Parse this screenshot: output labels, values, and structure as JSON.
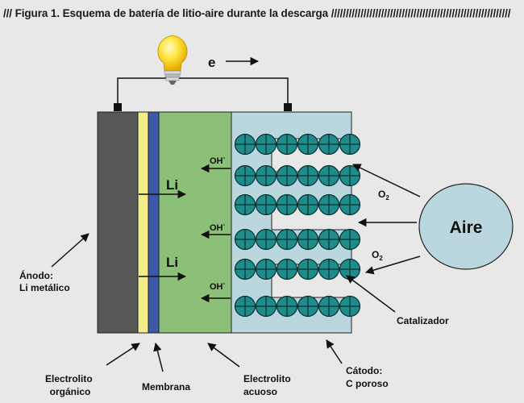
{
  "header": {
    "title": "/// Figura 1. Esquema de batería de litio-aire durante la descarga",
    "slashes": "/////////////////////////////////////////////////////////////"
  },
  "labels": {
    "electron": "e",
    "li_top": "Li",
    "li_bottom": "Li",
    "oh": "OH",
    "oh_sup": "-",
    "o2": "O",
    "o2_sub": "2",
    "aire": "Aire",
    "anodo_line1": "Ánodo:",
    "anodo_line2": "Li metálico",
    "catalizador": "Catalizador",
    "electrolito_org_line1": "Electrolito",
    "electrolito_org_line2": "orgánico",
    "membrana": "Membrana",
    "electrolito_acu_line1": "Electrolito",
    "electrolito_acu_line2": "acuoso",
    "catodo_line1": "Cátodo:",
    "catodo_line2": "C poroso"
  },
  "colors": {
    "background": "#e8e8e8",
    "anode": "#575757",
    "organic_electrolyte": "#f2ec8a",
    "membrane": "#3d5aa8",
    "aqueous_electrolyte": "#8cbf78",
    "cathode": "#bad7df",
    "catalyst": "#1d8c8a",
    "air": "#bad7df",
    "bulb": "#f7d200"
  }
}
